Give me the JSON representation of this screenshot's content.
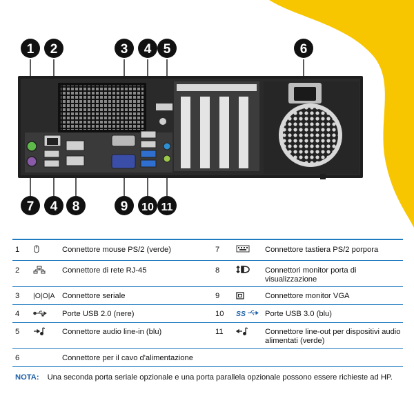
{
  "callouts": {
    "top": [
      "1",
      "2",
      "3",
      "4",
      "5",
      "6"
    ],
    "bottom": [
      "7",
      "4",
      "8",
      "9",
      "10",
      "11"
    ]
  },
  "legend": {
    "rows": [
      {
        "left": {
          "num": "1",
          "icon": "mouse-icon",
          "label": "Connettore mouse PS/2 (verde)"
        },
        "right": {
          "num": "7",
          "icon": "keyboard-icon",
          "label": "Connettore tastiera PS/2 porpora"
        }
      },
      {
        "left": {
          "num": "2",
          "icon": "network-icon",
          "label": "Connettore di rete RJ-45"
        },
        "right": {
          "num": "8",
          "icon": "displayport-icon",
          "label": "Connettori monitor porta di visualizzazione"
        }
      },
      {
        "left": {
          "num": "3",
          "icon": "serial-icon",
          "icon_text": "|O|O|A",
          "label": "Connettore seriale"
        },
        "right": {
          "num": "9",
          "icon": "vga-icon",
          "label": "Connettore monitor VGA"
        }
      },
      {
        "left": {
          "num": "4",
          "icon": "usb-icon",
          "label": "Porte USB 2.0 (nere)"
        },
        "right": {
          "num": "10",
          "icon": "usb3-icon",
          "icon_text": "SS",
          "label": "Porte USB 3.0 (blu)"
        }
      },
      {
        "left": {
          "num": "5",
          "icon": "line-in-icon",
          "label": "Connettore audio line-in (blu)"
        },
        "right": {
          "num": "11",
          "icon": "line-out-icon",
          "label": "Connettore line-out per dispositivi audio alimentati (verde)"
        }
      },
      {
        "left": {
          "num": "6",
          "icon": "",
          "label": "Connettore per il cavo d'alimentazione"
        },
        "right": {
          "num": "",
          "icon": "",
          "label": ""
        }
      }
    ]
  },
  "note": {
    "prefix": "NOTA:",
    "text": "Una seconda porta seriale opzionale e una porta parallela opzionale possono essere richieste ad HP."
  },
  "colors": {
    "accent_yellow": "#f7c600",
    "rule_blue": "#1f7ac0",
    "ps2_green": "#5fb84a",
    "ps2_purple": "#8a5aa8",
    "usb3_blue": "#2f6fd0",
    "vga_blue": "#3a4ea8"
  }
}
